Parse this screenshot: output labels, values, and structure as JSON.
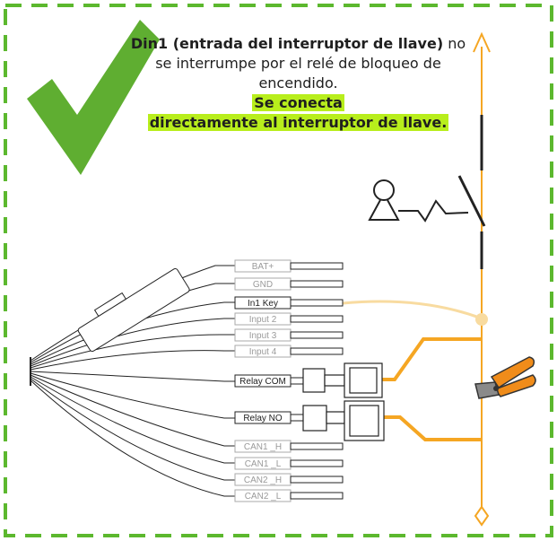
{
  "caption": {
    "bold_part": "Din1 (entrada del interruptor de llave)",
    "normal_part": " no se interrumpe por el relé de bloqueo de encendido.",
    "highlight_part_1": "Se conecta",
    "highlight_part_2": "directamente al interruptor de llave."
  },
  "harness_labels": {
    "bat": "BAT+",
    "gnd": "GND",
    "in1": "In1 Key",
    "input2": "Input 2",
    "input3": "Input 3",
    "input4": "Input 4",
    "relay_com": "Relay COM",
    "relay_no": "Relay NO",
    "can1h": "CAN1 _H",
    "can1l": "CAN1 _L",
    "can2h": "CAN2 _H",
    "can2l": "CAN2 _L"
  },
  "colors": {
    "border_dash": "#5cb82e",
    "check": "#5fae31",
    "highlight": "#b8ee1c",
    "orange_wire": "#f5a623",
    "faded_wire": "#f8dba0",
    "dark": "#222222",
    "faded_text": "#9a9a9a"
  },
  "icons": [
    "check-mark-icon",
    "key-switch-icon",
    "wire-cutter-icon"
  ]
}
